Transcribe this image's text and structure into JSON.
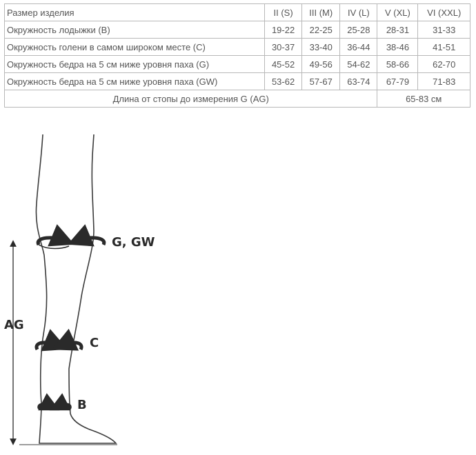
{
  "table": {
    "header": {
      "label": "Размер изделия",
      "sizes": [
        "II (S)",
        "III (M)",
        "IV (L)",
        "V (XL)",
        "VI (XXL)"
      ]
    },
    "rows": [
      {
        "label": "Окружность лодыжки (B)",
        "values": [
          "19-22",
          "22-25",
          "25-28",
          "28-31",
          "31-33"
        ]
      },
      {
        "label": "Окружность голени в самом широком месте (C)",
        "values": [
          "30-37",
          "33-40",
          "36-44",
          "38-46",
          "41-51"
        ]
      },
      {
        "label": "Окружность бедра на 5 см ниже уровня паха (G)",
        "values": [
          "45-52",
          "49-56",
          "54-62",
          "58-66",
          "62-70"
        ]
      },
      {
        "label": "Окружность бедра на 5 см ниже уровня паха (GW)",
        "values": [
          "53-62",
          "57-67",
          "63-74",
          "67-79",
          "71-83"
        ]
      }
    ],
    "footer": {
      "label": "Длина от стопы до измерения G (AG)",
      "value": "65-83 см"
    }
  },
  "diagram": {
    "labels": {
      "thigh": "G, GW",
      "length": "AG",
      "calf": "C",
      "ankle": "B"
    }
  }
}
